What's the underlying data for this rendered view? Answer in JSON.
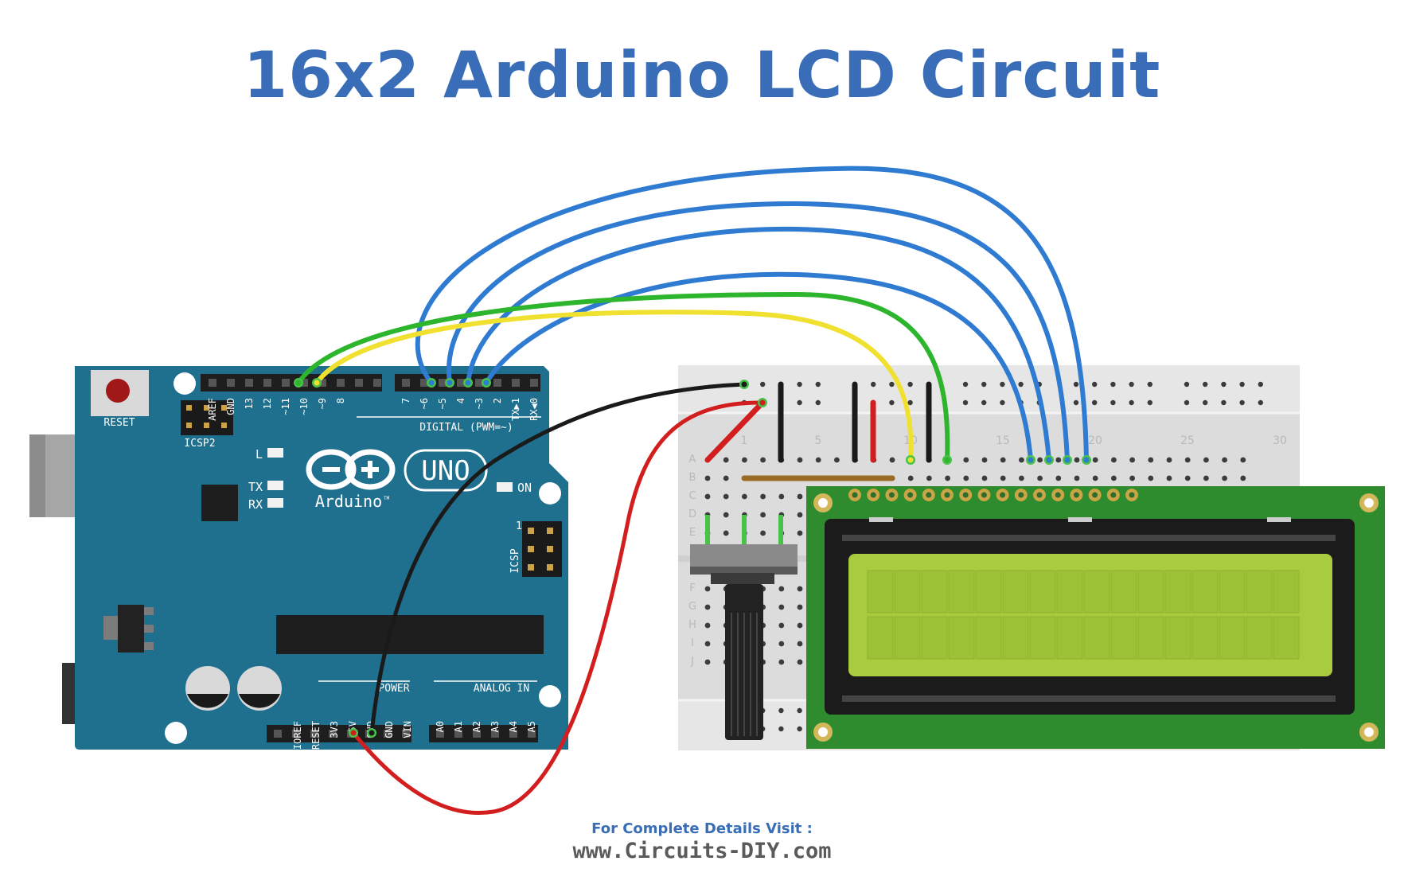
{
  "title": "16x2 Arduino LCD Circuit",
  "footer": {
    "line1": "For Complete Details Visit :",
    "line2": "www.Circuits-DIY.com"
  },
  "arduino": {
    "brand": "Arduino",
    "brand_tm": "TM",
    "model": "UNO",
    "reset_label": "RESET",
    "icsp2_label": "ICSP2",
    "icsp_label": "ICSP",
    "icsp_pin1": "1",
    "led_labels": [
      "L",
      "TX",
      "RX"
    ],
    "on_label": "ON",
    "digital_label": "DIGITAL (PWM=~)",
    "digital_pins": [
      "AREF",
      "GND",
      "13",
      "12",
      "~11",
      "~10",
      "~9",
      "8",
      "7",
      "~6",
      "~5",
      "4",
      "~3",
      "2",
      "TX▶1",
      "RX◀0"
    ],
    "power_label": "POWER",
    "power_pins": [
      "IOREF",
      "RESET",
      "3V3",
      "5V",
      "GND",
      "GND",
      "VIN"
    ],
    "analog_label": "ANALOG IN",
    "analog_pins": [
      "A0",
      "A1",
      "A2",
      "A3",
      "A4",
      "A5"
    ]
  },
  "breadboard": {
    "column_numbers": [
      "1",
      "5",
      "10",
      "15",
      "20",
      "25",
      "30"
    ],
    "row_letters": [
      "A",
      "B",
      "C",
      "D",
      "E",
      "F",
      "G",
      "H",
      "I",
      "J"
    ]
  },
  "colors": {
    "title": "#3a6db7",
    "board": "#1f6f8f",
    "wire_blue": "#2f7bd2",
    "wire_green": "#2db52d",
    "wire_yellow": "#f0e030",
    "wire_red": "#d21e1e",
    "wire_black": "#1a1a1a",
    "lcd_pcb": "#2e8b2e",
    "lcd_screen": "#a9cc3e"
  }
}
